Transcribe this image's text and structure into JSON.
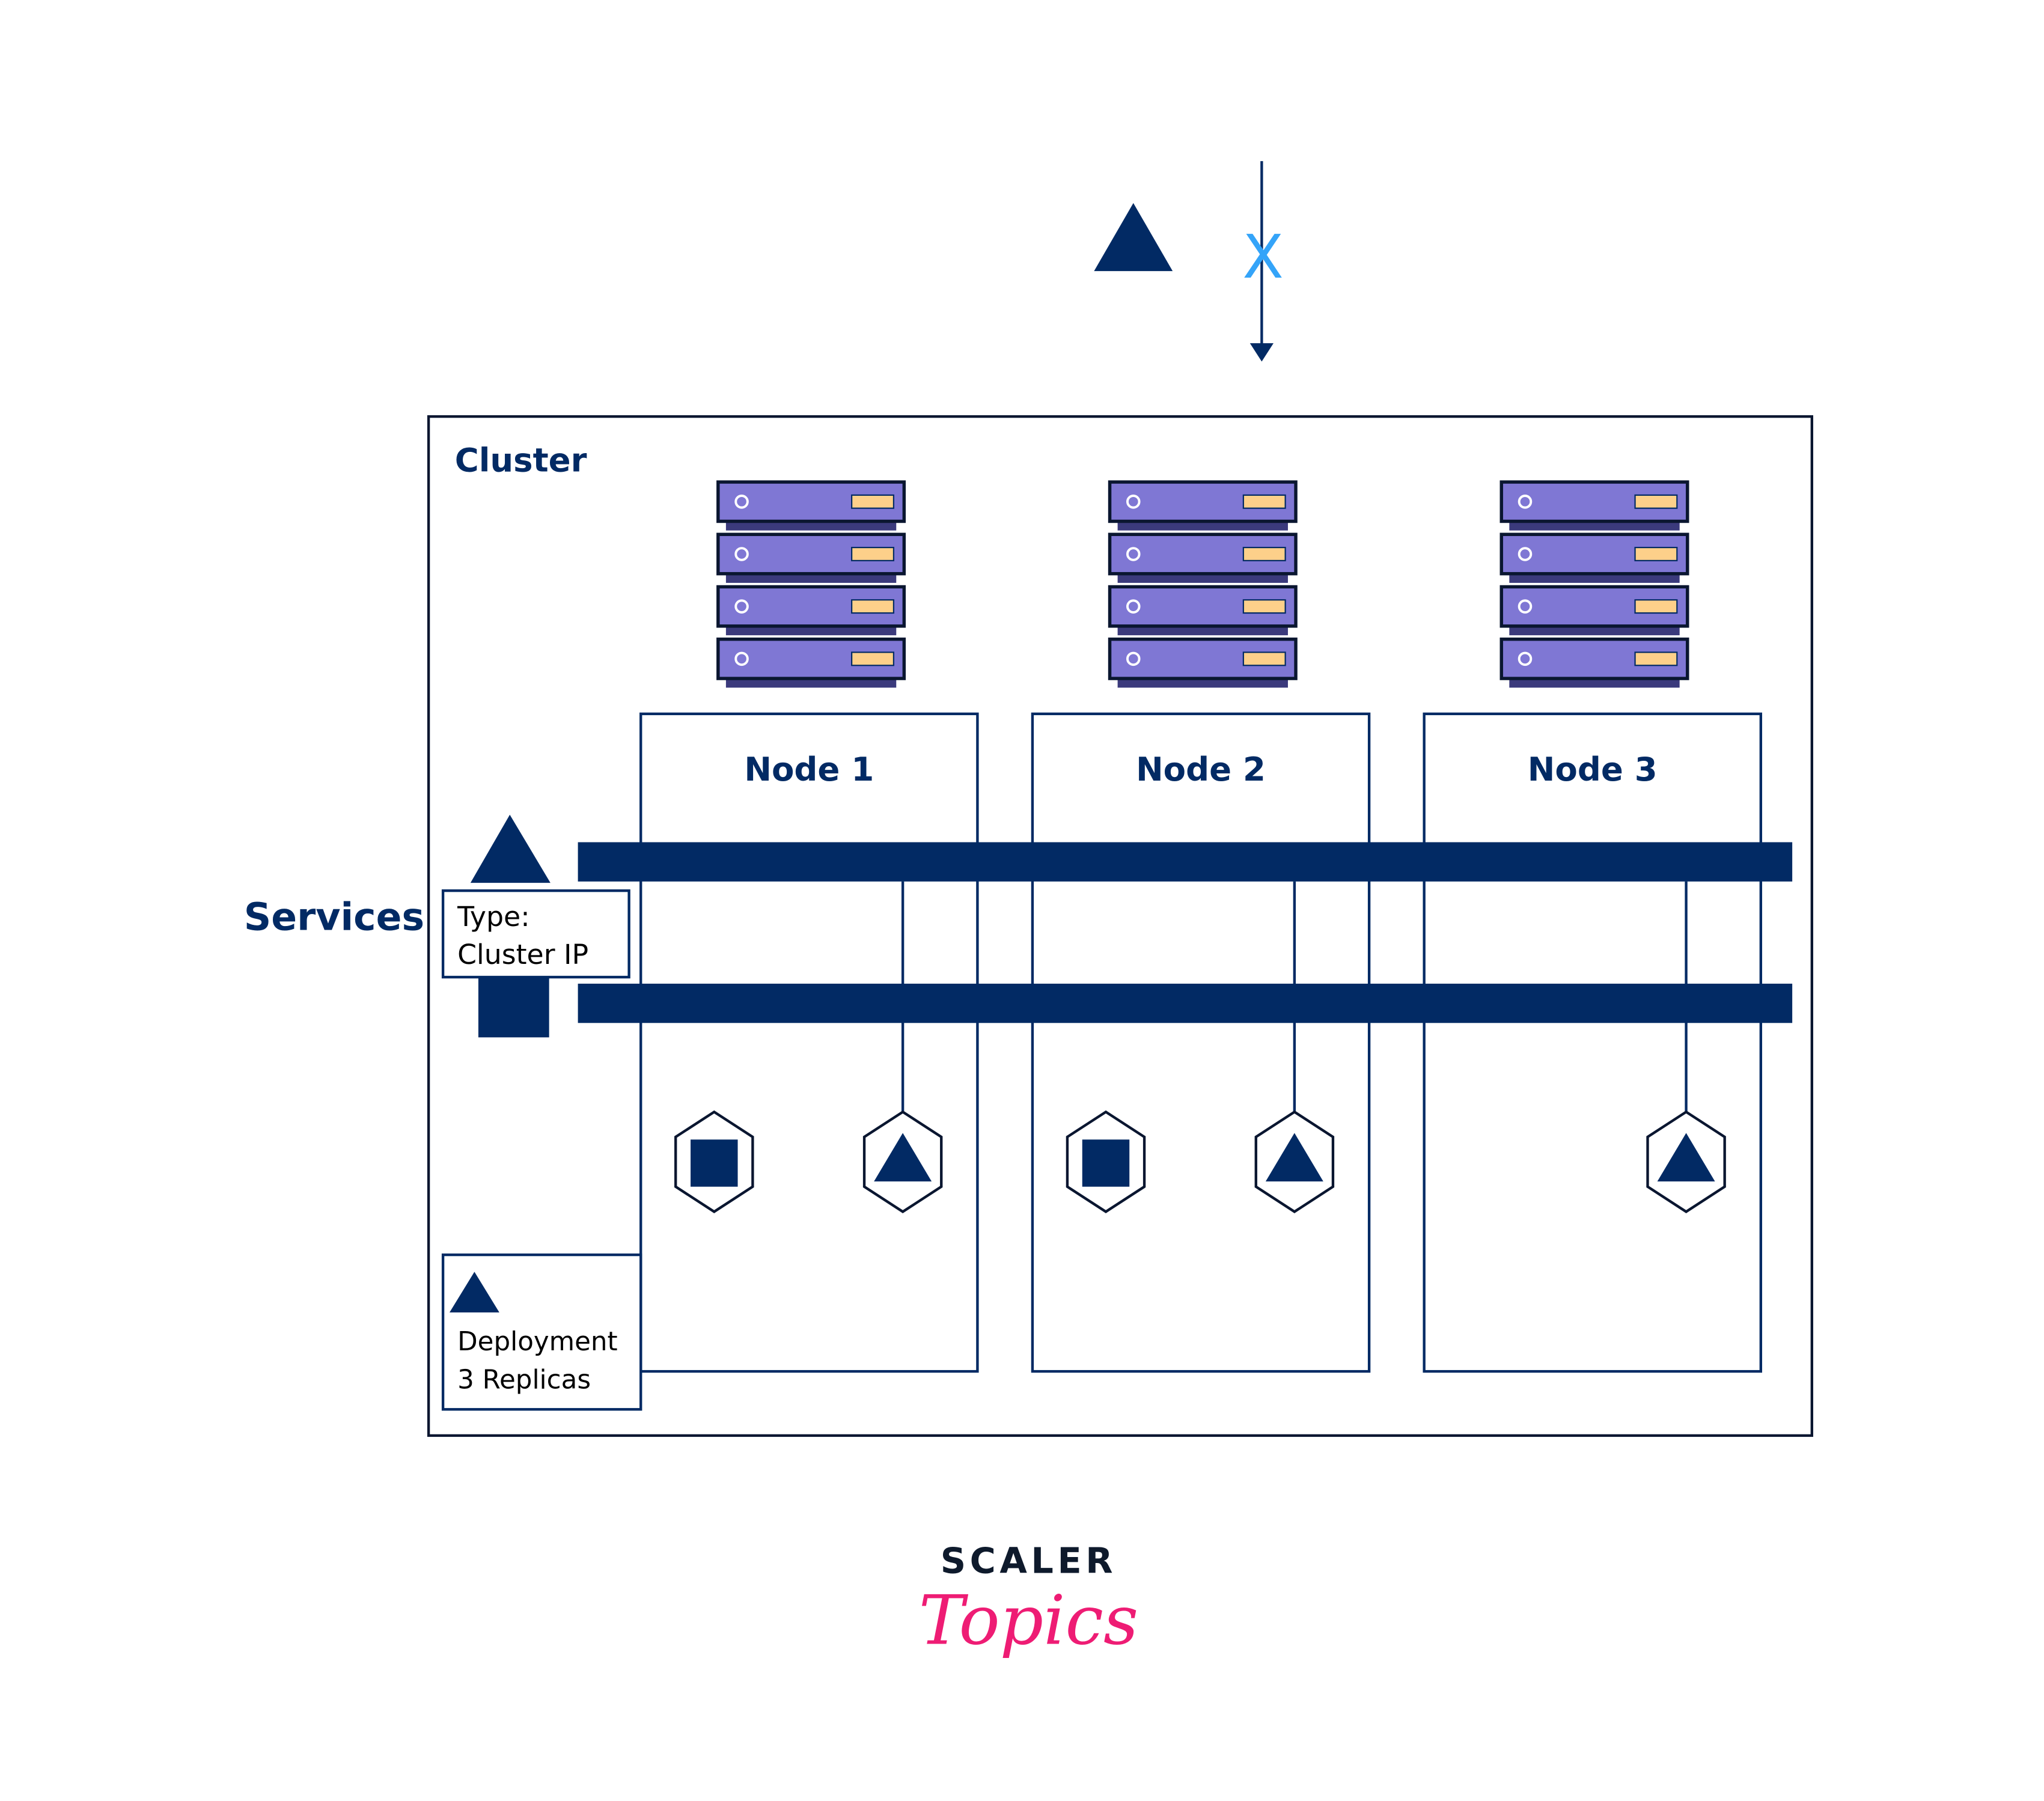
{
  "colors": {
    "navy": "#022a64",
    "dark_outline": "#0a1630",
    "server_fill": "#7f77d4",
    "server_shadow": "#3b3a7c",
    "server_led": "#fdd08a",
    "x_mark": "#34a4f9",
    "logo_pink": "#ee1c74",
    "logo_dark": "#0e1a2c"
  },
  "external": {
    "shape": "triangle",
    "blocked_mark": "X",
    "arrow_direction": "down"
  },
  "cluster": {
    "label": "Cluster",
    "nodes": [
      {
        "label": "Node 1",
        "server_units": 4,
        "pods": [
          "square",
          "triangle"
        ]
      },
      {
        "label": "Node 2",
        "server_units": 4,
        "pods": [
          "square",
          "triangle"
        ]
      },
      {
        "label": "Node 3",
        "server_units": 4,
        "pods": [
          "triangle"
        ]
      }
    ]
  },
  "services": {
    "label": "Services",
    "type_box": {
      "line1": "Type:",
      "line2": "Cluster IP"
    },
    "service_bars": [
      "triangle",
      "square"
    ]
  },
  "deployment": {
    "line1": "Deployment",
    "line2": "3 Replicas",
    "shape": "triangle"
  },
  "logo": {
    "top": "SCALER",
    "bottom": "Topics"
  }
}
